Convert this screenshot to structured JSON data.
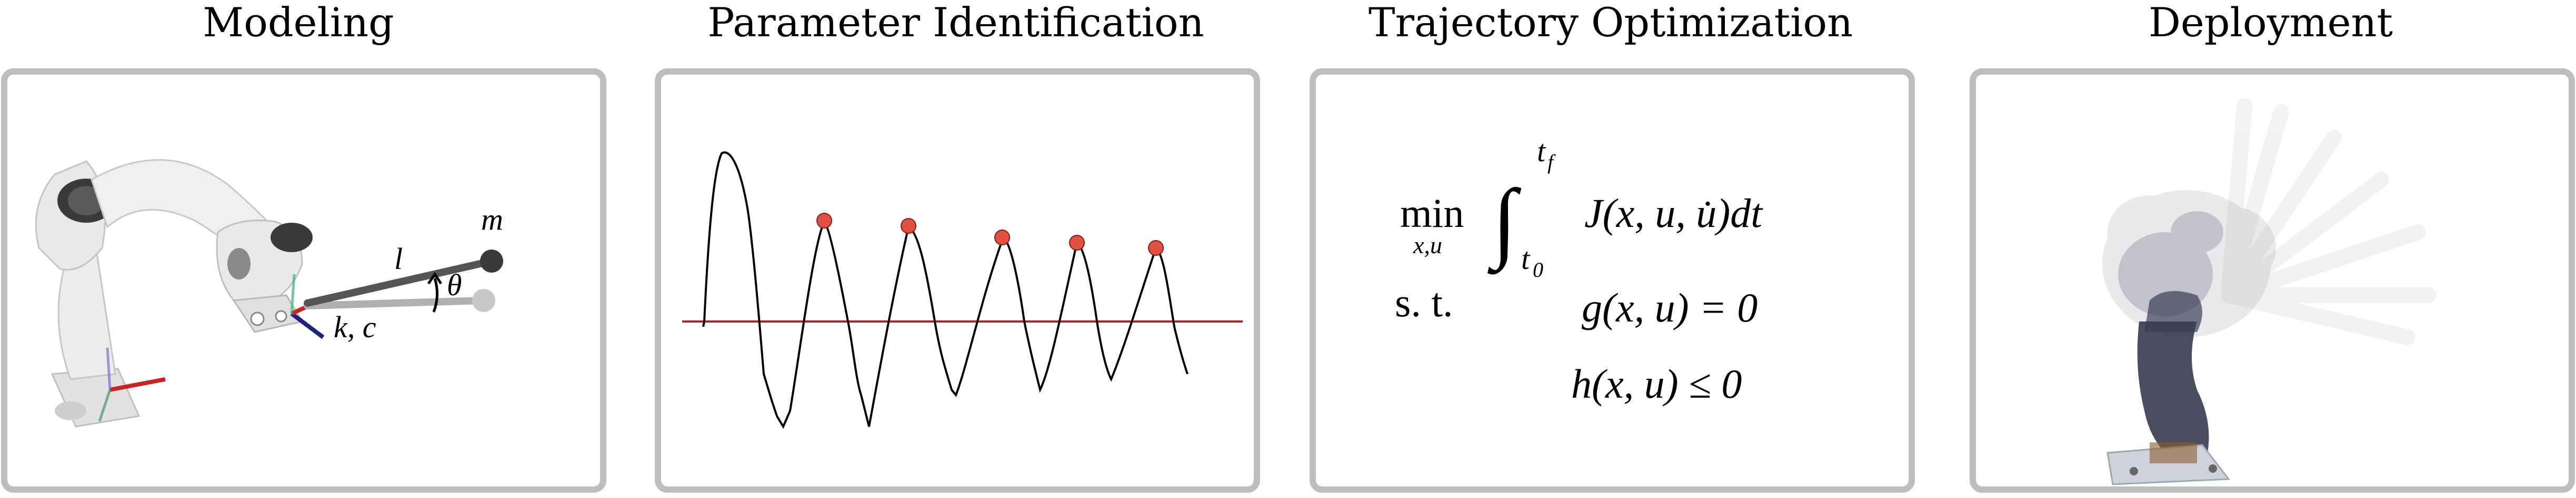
{
  "panels": [
    {
      "title": "Modeling"
    },
    {
      "title": "Parameter Identification"
    },
    {
      "title": "Trajectory Optimization"
    },
    {
      "title": "Deployment"
    }
  ],
  "modeling": {
    "label_m": "m",
    "label_l": "l",
    "label_theta": "θ",
    "label_kc": "k, c"
  },
  "optimization": {
    "min_label": "min",
    "min_sub": "x,u",
    "upper_limit": "t",
    "upper_limit_sub": "f",
    "lower_limit": "t",
    "lower_limit_sub": "0",
    "objective": "J(x, u, u̇)dt",
    "st_label": "s. t.",
    "eq_constraint": "g(x, u) = 0",
    "ineq_constraint": "h(x, u) ≤ 0"
  },
  "colors": {
    "frame": "#bdbdbd",
    "baseline": "#b22222",
    "peak_marker": "#e0523f",
    "robot_body": "#e6e6e6",
    "robot_dark": "#3a3a3a"
  }
}
